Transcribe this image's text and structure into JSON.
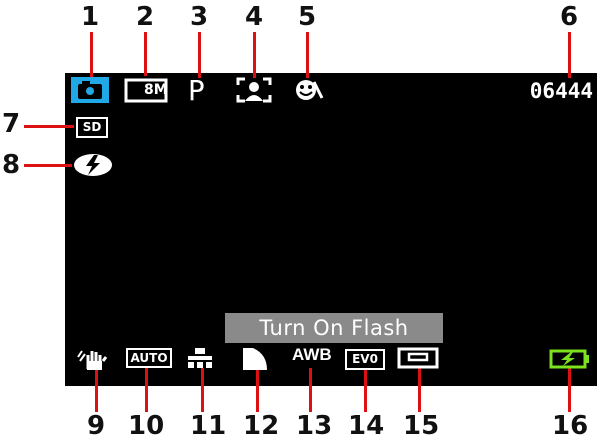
{
  "callouts": {
    "n1": "1",
    "n2": "2",
    "n3": "3",
    "n4": "4",
    "n5": "5",
    "n6": "6",
    "n7": "7",
    "n8": "8",
    "n9": "9",
    "n10": "10",
    "n11": "11",
    "n12": "12",
    "n13": "13",
    "n14": "14",
    "n15": "15",
    "n16": "16"
  },
  "screen": {
    "shot_counter": "06444",
    "message": "Turn On Flash",
    "resolution_label": "8M",
    "program_mode": "P",
    "storage_label": "SD",
    "iso_label": "AUTO",
    "wb_label": "AWB",
    "ev_label": "EV0"
  },
  "icons": {
    "i1": "camera-mode-icon",
    "i2": "resolution-icon",
    "i3": "program-mode-icon",
    "i4": "face-detection-icon",
    "i5": "smile-detection-icon",
    "i7": "sd-card-icon",
    "i8": "flash-off-icon",
    "i9": "anti-shake-icon",
    "i10": "iso-auto-icon",
    "i11": "quality-icon",
    "i12": "sharpness-icon",
    "i13": "white-balance-icon",
    "i14": "exposure-icon",
    "i15": "metering-icon",
    "i16": "battery-charging-icon"
  },
  "colors": {
    "camera_icon": "#21a8e6",
    "battery": "#7be21d",
    "leaders": "#d11111",
    "banner": "#8a8a8a"
  }
}
